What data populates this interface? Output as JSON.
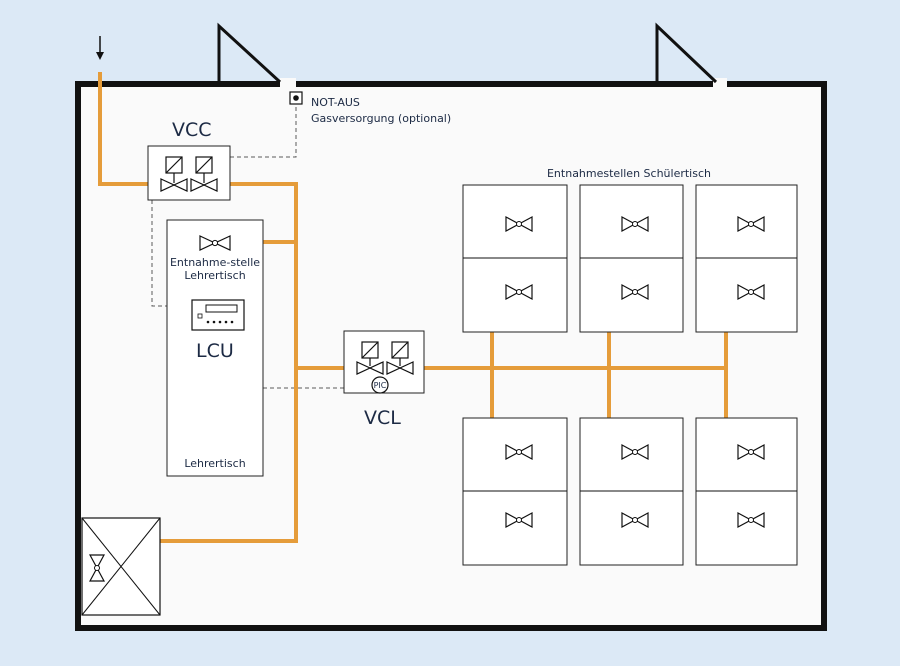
{
  "colors": {
    "background": "#dce9f6",
    "room_fill": "#fafafa",
    "wall": "#111111",
    "pipe": "#e59c3a",
    "text": "#1c2a44"
  },
  "labels": {
    "emergency_stop": "NOT-AUS",
    "gas_supply": "Gasversorgung (optional)",
    "vcc": "VCC",
    "vcl": "VCL",
    "lcu": "LCU",
    "pic": "PIC",
    "teacher_outlet_line1": "Entnahme-stelle",
    "teacher_outlet_line2": "Lehrertisch",
    "teacher_table": "Lehrertisch",
    "student_outlets": "Entnahmestellen Schülertisch"
  },
  "icons": {
    "valve": "gate-valve-icon",
    "solenoid": "solenoid-valve-icon",
    "emergency_button": "emergency-stop-button-icon",
    "supply_arrow": "arrow-down-icon",
    "gas_cabinet": "gas-cabinet-icon"
  }
}
